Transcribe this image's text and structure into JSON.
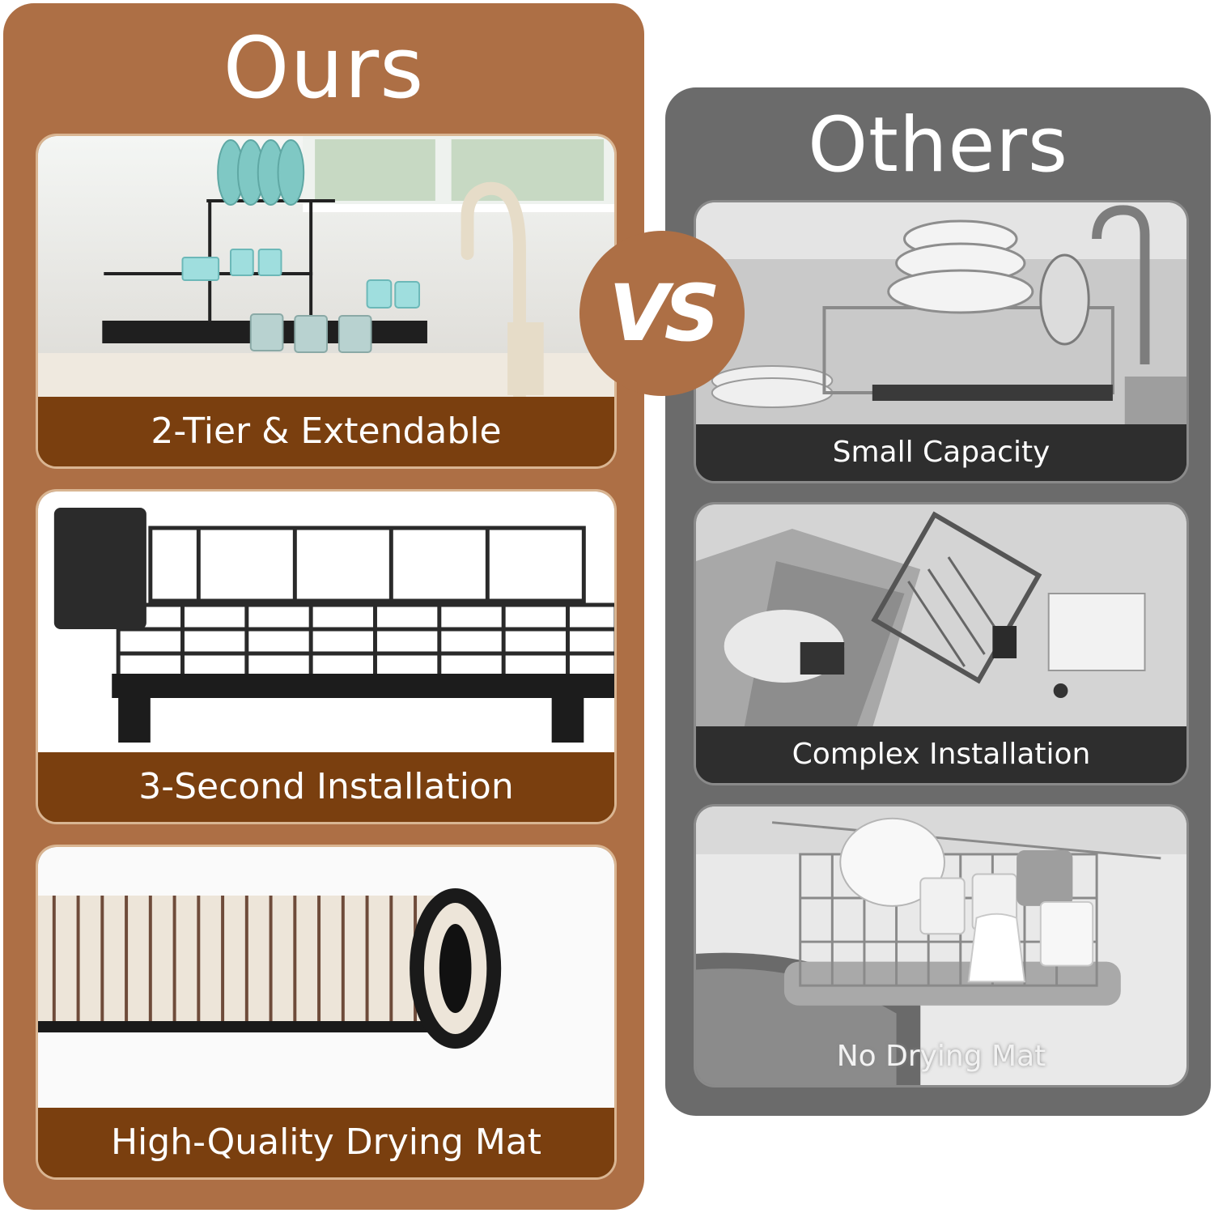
{
  "ours": {
    "title": "Ours",
    "features": [
      {
        "label": "2-Tier & Extendable"
      },
      {
        "label": "3-Second Installation"
      },
      {
        "label": "High-Quality Drying Mat"
      }
    ]
  },
  "others": {
    "title": "Others",
    "features": [
      {
        "label": "Small Capacity"
      },
      {
        "label": "Complex Installation"
      },
      {
        "label": "No Drying Mat"
      }
    ]
  },
  "vs_badge": "VS",
  "colors": {
    "ours_panel": "#ad6f45",
    "ours_caption": "#7a3f0f",
    "others_panel": "#6b6b6b",
    "others_caption": "#2e2e2e"
  }
}
